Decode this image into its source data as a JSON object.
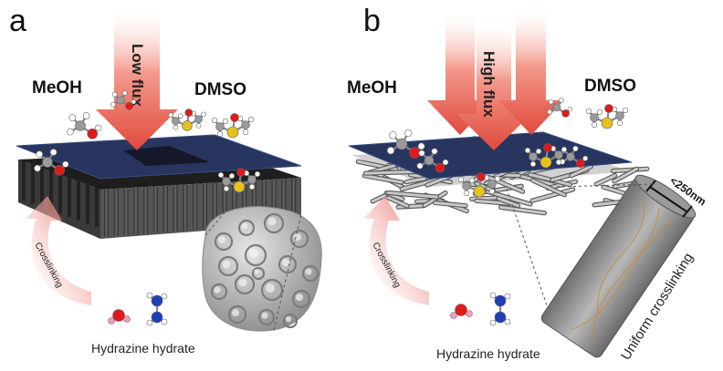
{
  "panel_a": {
    "letter": "a",
    "solvent_left": "MeOH",
    "solvent_right": "DMSO",
    "flux_label": "Low flux",
    "process_label": "Crosslinking",
    "reagent_label": "Hydrazine hydrate"
  },
  "panel_b": {
    "letter": "b",
    "solvent_left": "MeOH",
    "solvent_right": "DMSO",
    "flux_label": "High flux",
    "process_label": "Crosslinking",
    "reagent_label": "Hydrazine hydrate",
    "scale_label": "<250nm",
    "fiber_label": "Uniform crosslinking"
  },
  "colors": {
    "membrane_top": "#28355f",
    "arrow": "#e55a4e",
    "carbon": "#9a9a9a",
    "oxygen": "#e01a1a",
    "sulfur": "#e6c21a",
    "nitrogen": "#1f3fb8",
    "hydrogen": "#ffffff",
    "pink_hydrogen": "#f2a0b8"
  }
}
